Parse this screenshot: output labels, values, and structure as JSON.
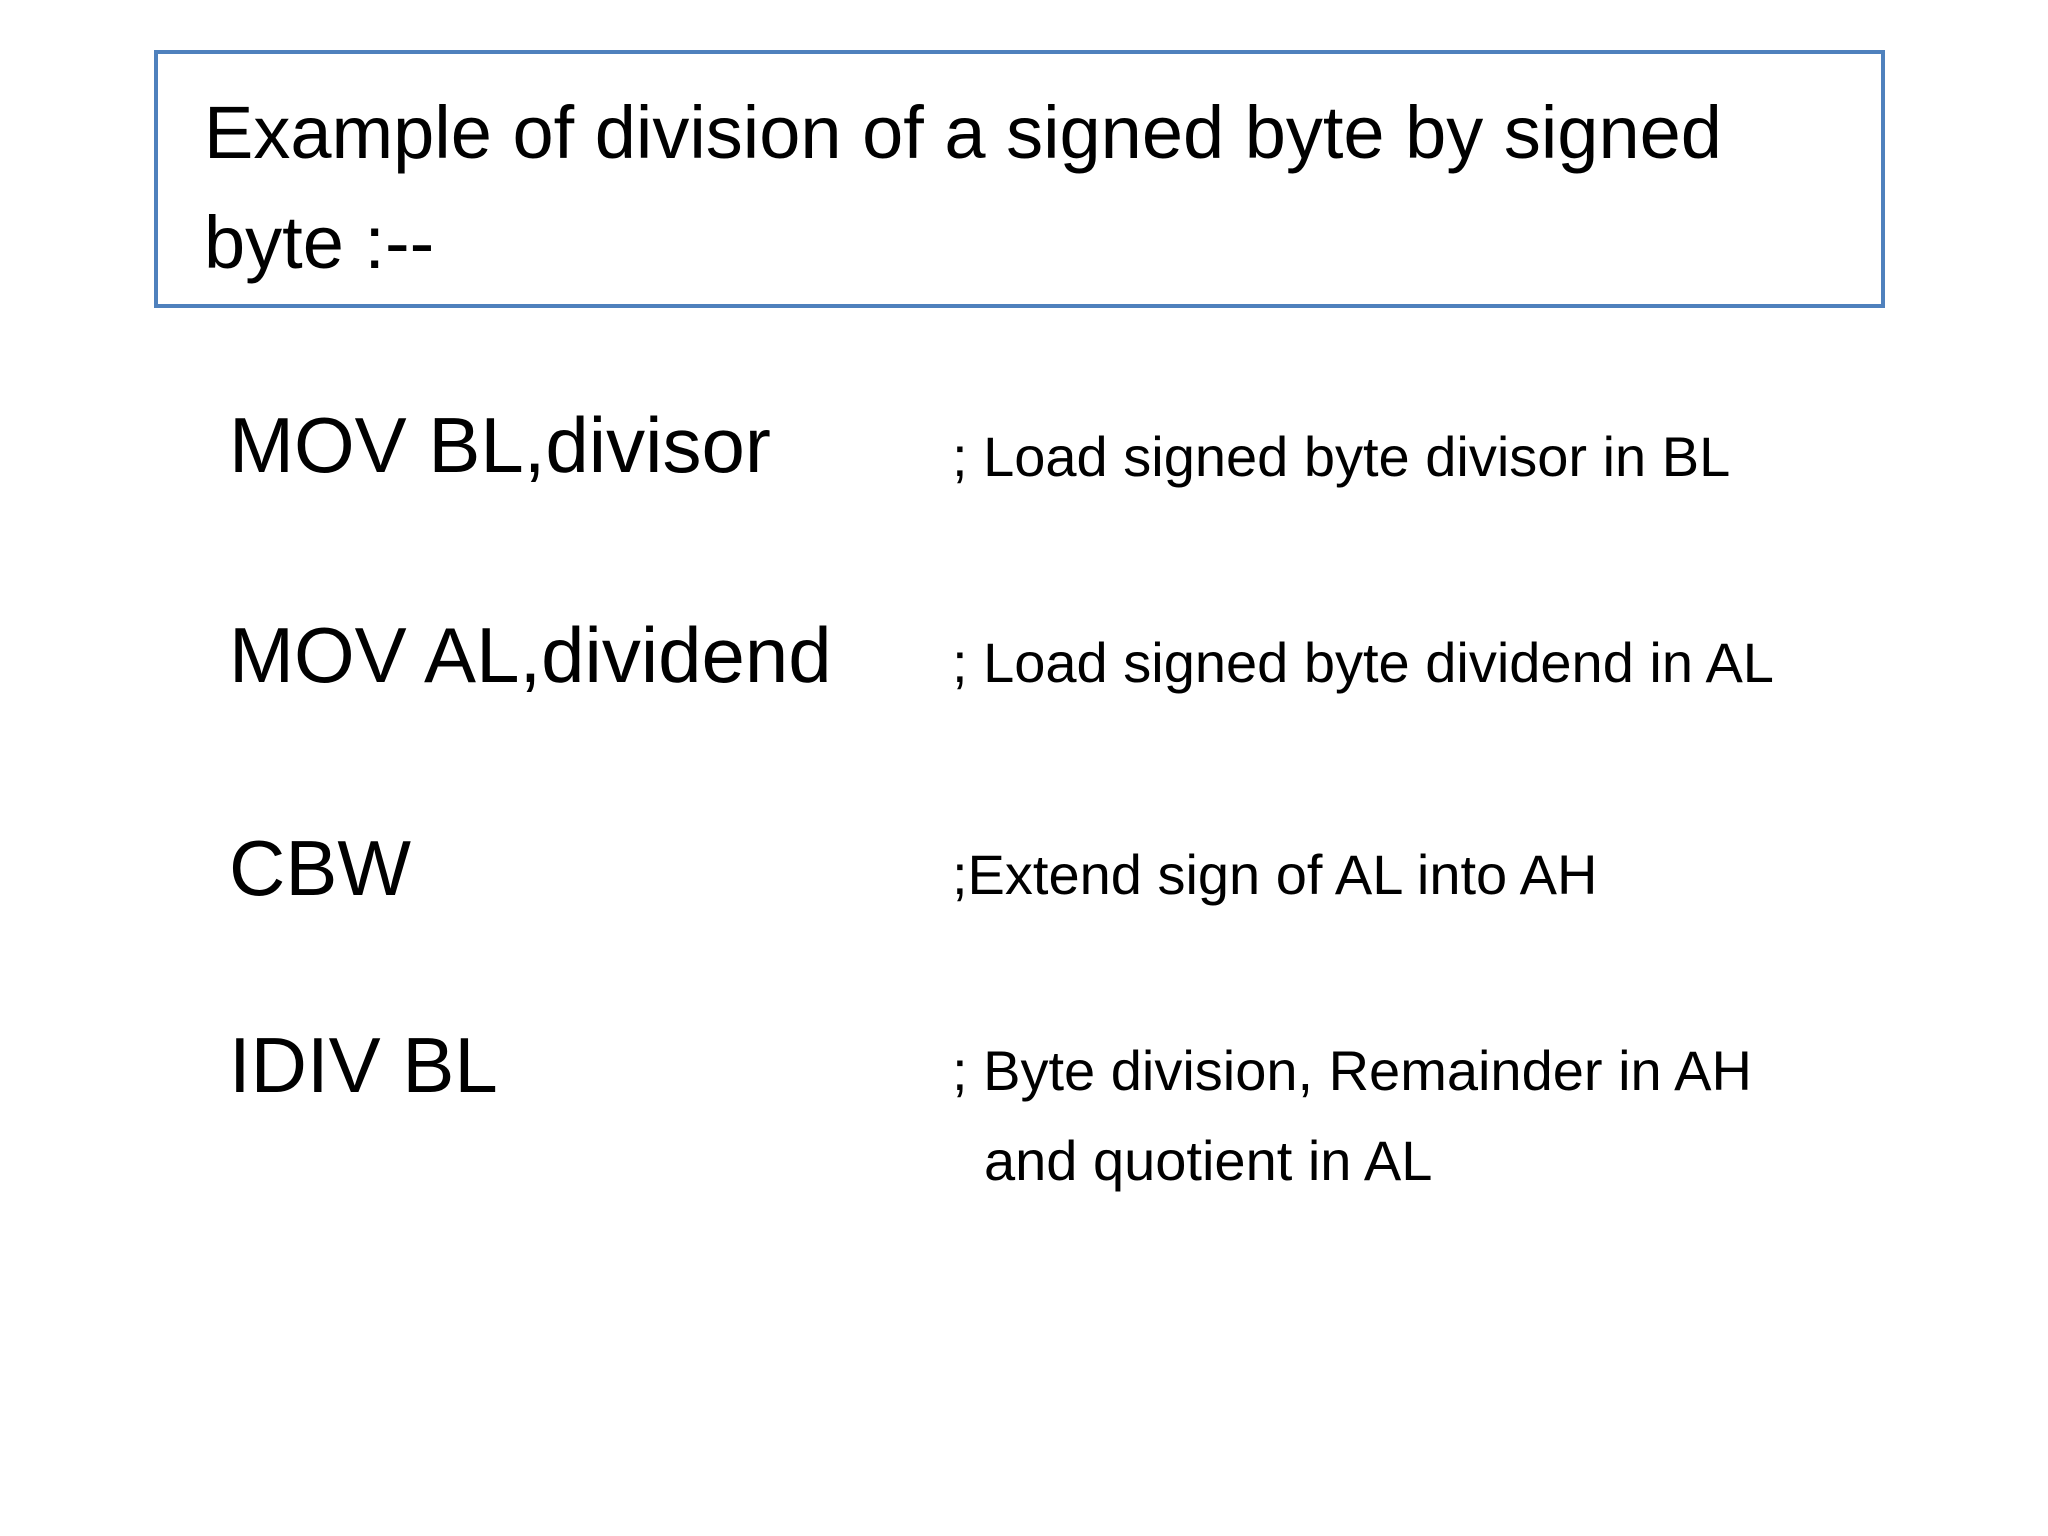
{
  "slide": {
    "title": "Example of division of a signed byte by signed byte :--"
  },
  "code": [
    {
      "instruction": "MOV BL,divisor",
      "comment": "; Load signed byte divisor in BL"
    },
    {
      "instruction": "MOV AL,dividend",
      "comment": "; Load signed byte dividend in AL"
    },
    {
      "instruction": "CBW",
      "comment": ";Extend sign of AL into AH"
    },
    {
      "instruction": "IDIV BL",
      "comment": "; Byte division, Remainder in AH",
      "comment_continued": "and quotient in AL"
    }
  ],
  "colors": {
    "title_border": "#4f81bd",
    "text": "#000000",
    "background": "#ffffff"
  }
}
